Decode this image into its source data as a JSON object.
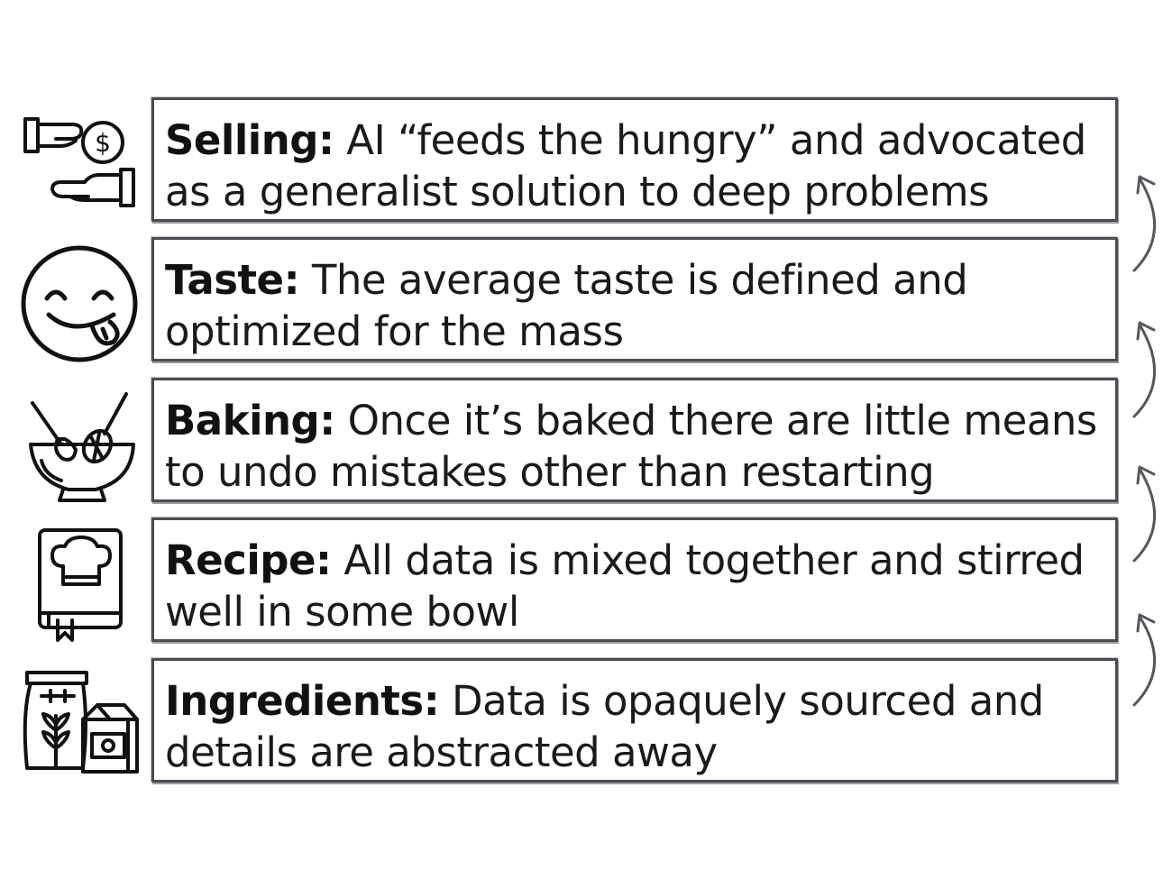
{
  "rows": [
    {
      "label": "Selling:",
      "text": "AI “feeds the hungry” and advocated as a generalist solution to deep problems",
      "icon": "money-hands-icon"
    },
    {
      "label": "Taste:",
      "text": "The average taste is defined and optimized for the mass",
      "icon": "tongue-smiley-icon"
    },
    {
      "label": "Baking:",
      "text": "Once it’s baked there are little means to undo mistakes other than restarting",
      "icon": "mixing-bowl-icon"
    },
    {
      "label": "Recipe:",
      "text": "All data is mixed together and stirred well in  some bowl",
      "icon": "cookbook-icon"
    },
    {
      "label": "Ingredients:",
      "text": "Data is opaquely sourced and details are abstracted away",
      "icon": "groceries-icon"
    }
  ],
  "colors": {
    "border": "#4a4d52",
    "text": "#1a1a1a",
    "arrow": "#55585c"
  }
}
